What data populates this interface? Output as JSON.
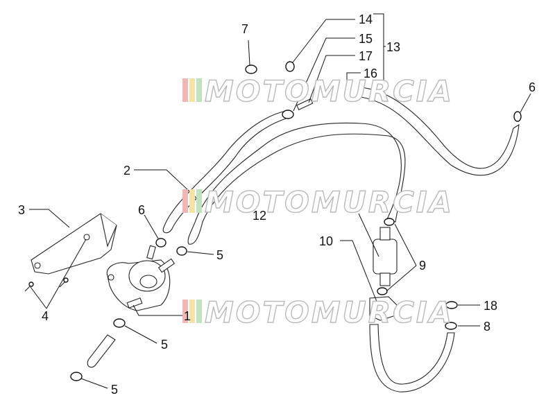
{
  "watermark": {
    "text": "MOTOMURCIA",
    "flag_colors": [
      "#f2b6b6",
      "#f4e2a8",
      "#bfe3bf"
    ]
  },
  "labels": [
    "1",
    "2",
    "3",
    "4",
    "5",
    "5",
    "5",
    "6",
    "6",
    "7",
    "8",
    "9",
    "10",
    "12",
    "13",
    "14",
    "15",
    "16",
    "17",
    "18"
  ]
}
